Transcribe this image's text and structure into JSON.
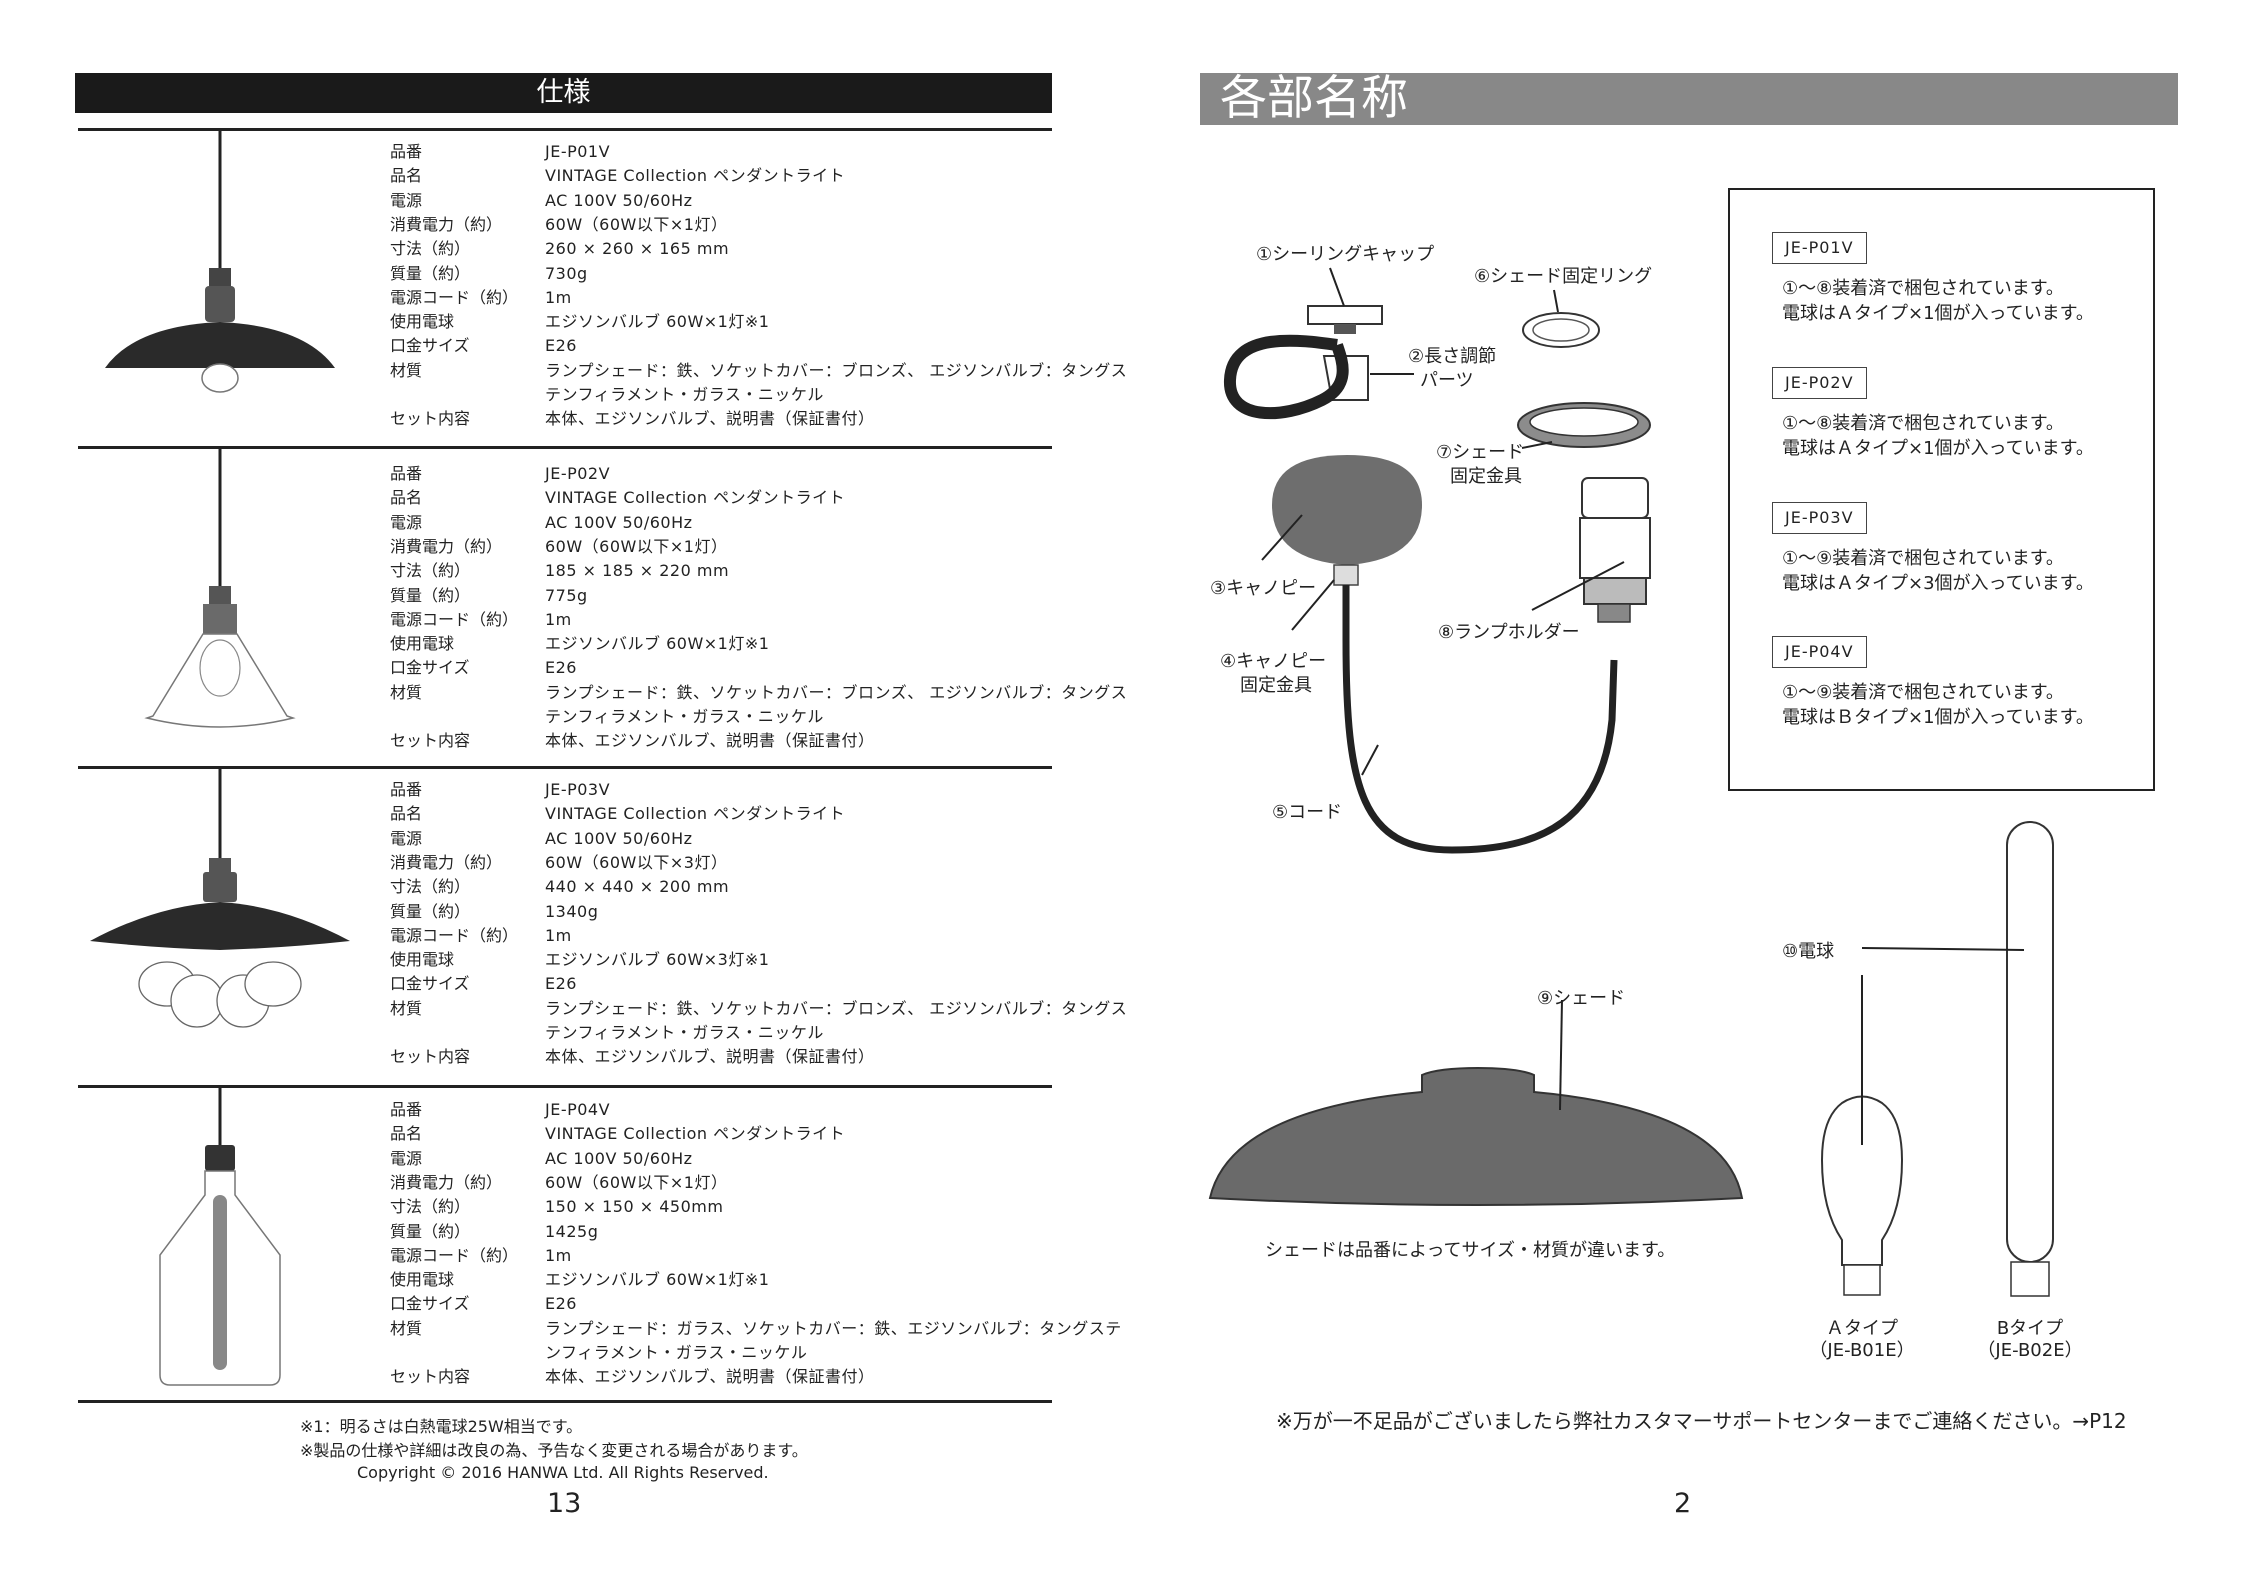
{
  "left_page": {
    "header": "仕様",
    "spec_keys": [
      "品番",
      "品名",
      "電源",
      "消費電力（約）",
      "寸法（約）",
      "質量（約）",
      "電源コード（約）",
      "使用電球",
      "口金サイズ",
      "材質",
      "",
      "セット内容"
    ],
    "products": [
      {
        "values": [
          "JE-P01V",
          "VINTAGE Collection ペンダントライト",
          "AC 100V 50/60Hz",
          "60W（60W以下×1灯）",
          "260 × 260 × 165 mm",
          "730g",
          "1m",
          "エジソンバルブ 60W×1灯※1",
          "E26",
          "ランプシェード：鉄、ソケットカバー：ブロンズ、 エジソンバルブ：タングス",
          "テンフィラメント・ガラス・ニッケル",
          "本体、エジソンバルブ、説明書（保証書付）"
        ]
      },
      {
        "values": [
          "JE-P02V",
          "VINTAGE Collection ペンダントライト",
          "AC 100V 50/60Hz",
          "60W（60W以下×1灯）",
          "185 × 185 × 220 mm",
          "775g",
          "1m",
          "エジソンバルブ 60W×1灯※1",
          "E26",
          "ランプシェード：鉄、ソケットカバー：ブロンズ、 エジソンバルブ：タングス",
          "テンフィラメント・ガラス・ニッケル",
          "本体、エジソンバルブ、説明書（保証書付）"
        ]
      },
      {
        "values": [
          "JE-P03V",
          "VINTAGE Collection ペンダントライト",
          "AC 100V 50/60Hz",
          "60W（60W以下×3灯）",
          "440 × 440 × 200 mm",
          "1340g",
          "1m",
          "エジソンバルブ 60W×3灯※1",
          "E26",
          "ランプシェード：鉄、ソケットカバー：ブロンズ、 エジソンバルブ：タングス",
          "テンフィラメント・ガラス・ニッケル",
          "本体、エジソンバルブ、説明書（保証書付）"
        ]
      },
      {
        "values": [
          "JE-P04V",
          "VINTAGE Collection ペンダントライト",
          "AC 100V 50/60Hz",
          "60W（60W以下×1灯）",
          "150 × 150 × 450mm",
          "1425g",
          "1m",
          "エジソンバルブ 60W×1灯※1",
          "E26",
          "ランプシェード：ガラス、ソケットカバー：鉄、エジソンバルブ：タングステ",
          "ンフィラメント・ガラス・ニッケル",
          "本体、エジソンバルブ、説明書（保証書付）"
        ]
      }
    ],
    "note1": "※1：明るさは白熱電球25W相当です。",
    "note2": "※製品の仕様や詳細は改良の為、予告なく変更される場合があります。",
    "copyright": "Copyright © 2016 HANWA Ltd. All Rights Reserved.",
    "page_number": "13"
  },
  "right_page": {
    "header": "各部名称",
    "parts": {
      "p1": "①シーリングキャップ",
      "p2a": "②長さ調節",
      "p2b": "パーツ",
      "p3": "③キャノピー",
      "p4a": "④キャノピー",
      "p4b": "固定金具",
      "p5": "⑤コード",
      "p6": "⑥シェード固定リング",
      "p7a": "⑦シェード",
      "p7b": "固定金具",
      "p8": "⑧ランプホルダー",
      "p9": "⑨シェード",
      "p10": "⑩電球"
    },
    "contents_box": [
      {
        "model": "JE-P01V",
        "line1": "①～⑧装着済で梱包されています。",
        "line2": "電球はＡタイプ×1個が入っています。"
      },
      {
        "model": "JE-P02V",
        "line1": "①～⑧装着済で梱包されています。",
        "line2": "電球はＡタイプ×1個が入っています。"
      },
      {
        "model": "JE-P03V",
        "line1": "①～⑨装着済で梱包されています。",
        "line2": "電球はＡタイプ×3個が入っています。"
      },
      {
        "model": "JE-P04V",
        "line1": "①～⑨装着済で梱包されています。",
        "line2": "電球はＢタイプ×1個が入っています。"
      }
    ],
    "shade_note": "シェードは品番によってサイズ・材質が違います。",
    "bulb_a": {
      "name": "Ａタイプ",
      "code": "（JE-B01E）"
    },
    "bulb_b": {
      "name": "Bタイプ",
      "code": "（JE-B02E）"
    },
    "footer_note": "※万が一不足品がございましたら弊社カスタマーサポートセンターまでご連絡ください。→P12",
    "page_number": "2"
  }
}
